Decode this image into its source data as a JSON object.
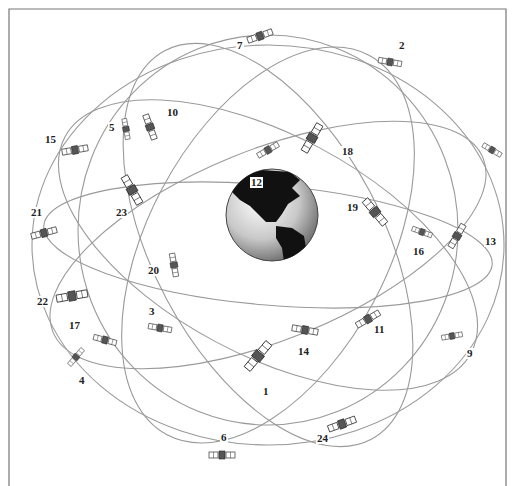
{
  "diagram": {
    "labels": [
      "7",
      "2",
      "15",
      "5",
      "10",
      "18",
      "12",
      "21",
      "23",
      "19",
      "16",
      "13",
      "20",
      "22",
      "3",
      "17",
      "11",
      "9",
      "14",
      "4",
      "1",
      "6",
      "24"
    ]
  }
}
